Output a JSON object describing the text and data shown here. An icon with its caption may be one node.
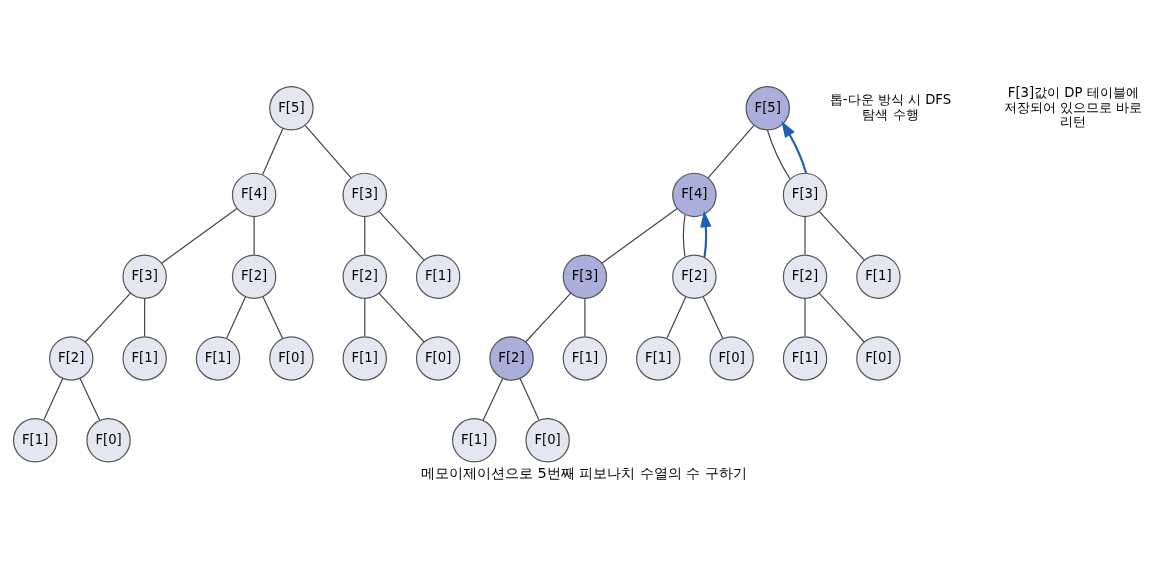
{
  "diagram": {
    "caption": "메모이제이션으로 5번째 피보나치 수열의 수 구하기",
    "nodes": [
      {
        "text": [
          "F[5]"
        ]
      },
      {
        "text": [
          "F[4]"
        ]
      },
      {
        "text": [
          "F[3]"
        ]
      },
      {
        "text": [
          "F[3]"
        ]
      },
      {
        "text": [
          "F[2]"
        ]
      },
      {
        "text": [
          "F[2]"
        ]
      },
      {
        "text": [
          "F[1]"
        ]
      },
      {
        "text": [
          "F[2]"
        ]
      },
      {
        "text": [
          "F[1]"
        ]
      },
      {
        "text": [
          "F[1]"
        ]
      },
      {
        "text": [
          "F[0]"
        ]
      },
      {
        "text": [
          "F[1]"
        ]
      },
      {
        "text": [
          "F[0]"
        ]
      },
      {
        "text": [
          "F[1]"
        ]
      },
      {
        "text": [
          "F[0]"
        ]
      },
      {
        "text": [
          "F[5]"
        ]
      },
      {
        "text": [
          "F[4]"
        ]
      },
      {
        "text": [
          "F[3]"
        ]
      },
      {
        "text": [
          "F[3]"
        ]
      },
      {
        "text": [
          "F[2]"
        ]
      },
      {
        "text": [
          "F[2]"
        ]
      },
      {
        "text": [
          "F[1]"
        ]
      },
      {
        "text": [
          "F[2]"
        ]
      },
      {
        "text": [
          "F[1]"
        ]
      },
      {
        "text": [
          "F[1]"
        ]
      },
      {
        "text": [
          "F[0]"
        ]
      },
      {
        "text": [
          "F[1]"
        ]
      },
      {
        "text": [
          "F[0]"
        ]
      },
      {
        "text": [
          "F[1]"
        ]
      },
      {
        "text": [
          "F[0]"
        ]
      }
    ],
    "edges": [
      {
        "from": 0,
        "to": 1,
        "arrow": "none"
      },
      {
        "from": 0,
        "to": 2,
        "arrow": "none"
      },
      {
        "from": 1,
        "to": 3,
        "arrow": "none"
      },
      {
        "from": 1,
        "to": 4,
        "arrow": "none"
      },
      {
        "from": 2,
        "to": 5,
        "arrow": "none"
      },
      {
        "from": 2,
        "to": 6,
        "arrow": "none"
      },
      {
        "from": 3,
        "to": 7,
        "arrow": "none"
      },
      {
        "from": 3,
        "to": 8,
        "arrow": "none"
      },
      {
        "from": 4,
        "to": 9,
        "arrow": "none"
      },
      {
        "from": 4,
        "to": 10,
        "arrow": "none"
      },
      {
        "from": 5,
        "to": 11,
        "arrow": "none"
      },
      {
        "from": 5,
        "to": 12,
        "arrow": "none"
      },
      {
        "from": 7,
        "to": 13,
        "arrow": "none"
      },
      {
        "from": 7,
        "to": 14,
        "arrow": "none"
      },
      {
        "from": 15,
        "to": 16,
        "arrow": "none"
      },
      {
        "from": 15,
        "to": 17,
        "arrow": "none"
      },
      {
        "from": 16,
        "to": 18,
        "arrow": "none"
      },
      {
        "from": 16,
        "to": 19,
        "arrow": "none"
      },
      {
        "from": 17,
        "to": 20,
        "arrow": "none"
      },
      {
        "from": 17,
        "to": 21,
        "arrow": "none"
      },
      {
        "from": 18,
        "to": 22,
        "arrow": "none"
      },
      {
        "from": 18,
        "to": 23,
        "arrow": "none"
      },
      {
        "from": 19,
        "to": 24,
        "arrow": "none"
      },
      {
        "from": 19,
        "to": 25,
        "arrow": "none"
      },
      {
        "from": 20,
        "to": 26,
        "arrow": "none"
      },
      {
        "from": 20,
        "to": 27,
        "arrow": "none"
      },
      {
        "from": 22,
        "to": 28,
        "arrow": "none"
      },
      {
        "from": 22,
        "to": 29,
        "arrow": "none"
      },
      {
        "from": 19,
        "to": 16,
        "arrow": "to",
        "color": "#1f5fb4"
      },
      {
        "from": 17,
        "to": 15,
        "arrow": "to",
        "color": "#1f5fb4"
      }
    ],
    "labels": [
      "톱-다운 방식 시 DFS 탐색 수행",
      "F[3]값이 DP 테이블에 저장되어 있으므로 바로 리턴"
    ]
  }
}
